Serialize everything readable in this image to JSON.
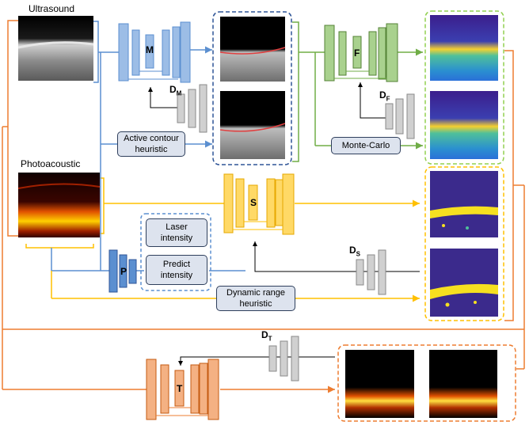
{
  "labels": {
    "ultrasound": "Ultrasound",
    "photoacoustic": "Photoacoustic"
  },
  "boxes": {
    "active_contour": "Active contour\nheuristic",
    "monte_carlo": "Monte-Carlo",
    "laser_intensity": "Laser\nintensity",
    "predict_intensity": "Predict\nintensity",
    "dynamic_range": "Dynamic range\nheuristic"
  },
  "networks": {
    "m": "M",
    "f": "F",
    "s": "S",
    "p": "P",
    "t": "T"
  },
  "discriminators": {
    "dm": {
      "letter": "D",
      "sub": "M"
    },
    "df": {
      "letter": "D",
      "sub": "F"
    },
    "ds": {
      "letter": "D",
      "sub": "S"
    },
    "dt": {
      "letter": "D",
      "sub": "T"
    }
  },
  "colors": {
    "blue": "#5b8fd0",
    "green": "#70ad47",
    "yellow": "#ffc000",
    "orange": "#ed7d31",
    "gray": "#a6a6a6"
  }
}
